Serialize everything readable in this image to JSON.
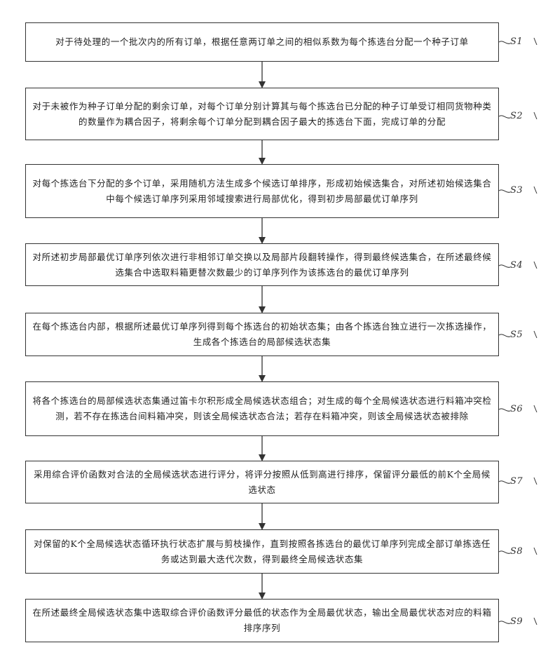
{
  "steps": [
    {
      "id": "S1",
      "text": "对于待处理的一个批次内的所有订单，根据任意两订单之间的相似系数为每个拣选台分配一个种子订单"
    },
    {
      "id": "S2",
      "text": "对于未被作为种子订单分配的剩余订单，对每个订单分别计算其与每个拣选台已分配的种子订单受订相同货物种类的数量作为耦合因子，将剩余每个订单分配到耦合因子最大的拣选台下面，完成订单的分配"
    },
    {
      "id": "S3",
      "text": "对每个拣选台下分配的多个订单，采用随机方法生成多个候选订单排序，形成初始候选集合，对所述初始候选集合中每个候选订单序列采用邻域搜索进行局部优化，得到初步局部最优订单序列"
    },
    {
      "id": "S4",
      "text": "对所述初步局部最优订单序列依次进行非相邻订单交换以及局部片段翻转操作，得到最终候选集合，在所述最终候选集合中选取料箱更替次数最少的订单序列作为该拣选台的最优订单序列"
    },
    {
      "id": "S5",
      "text": "在每个拣选台内部，根据所述最优订单序列得到每个拣选台的初始状态集；由各个拣选台独立进行一次拣选操作，生成各个拣选台的局部候选状态集"
    },
    {
      "id": "S6",
      "text": "将各个拣选台的局部候选状态集通过笛卡尔积形成全局候选状态组合；对生成的每个全局候选状态进行料箱冲突检测，若不存在拣选台间料箱冲突，则该全局候选状态合法；若存在料箱冲突，则该全局候选状态被排除"
    },
    {
      "id": "S7",
      "text": "采用综合评价函数对合法的全局候选状态进行评分，将评分按照从低到高进行排序，保留评分最低的前K个全局候选状态"
    },
    {
      "id": "S8",
      "text": "对保留的K个全局候选状态循环执行状态扩展与剪枝操作，直到按照各拣选台的最优订单序列完成全部订单拣选任务或达到最大迭代次数，得到最终全局候选状态集"
    },
    {
      "id": "S9",
      "text": "在所述最终全局候选状态集中选取综合评价函数评分最低的状态作为全局最优状态，输出全局最优状态对应的料箱排序序列"
    }
  ]
}
